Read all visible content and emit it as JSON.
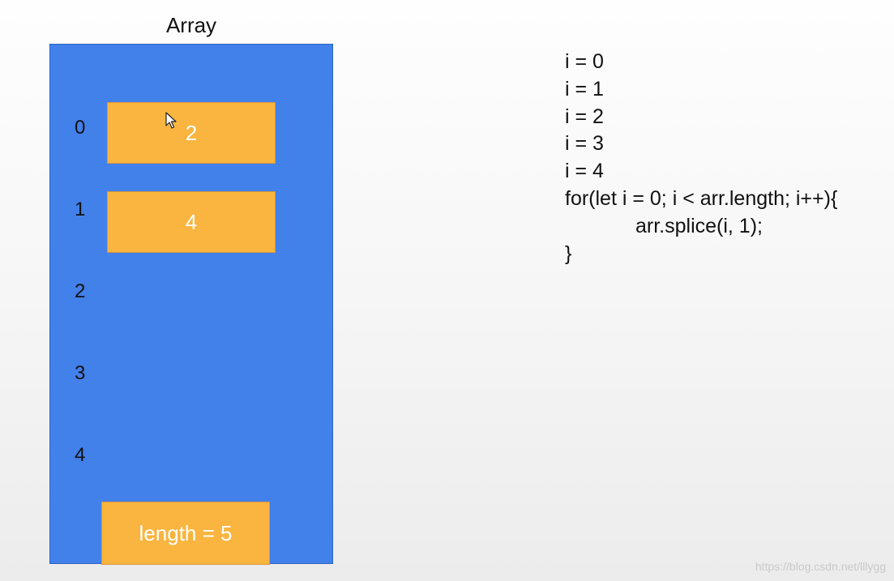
{
  "array": {
    "title": "Array",
    "indices": [
      "0",
      "1",
      "2",
      "3",
      "4"
    ],
    "slots": [
      {
        "index": "0",
        "value": "2"
      },
      {
        "index": "1",
        "value": "4"
      }
    ],
    "length_label": "length = 5"
  },
  "code": {
    "lines": [
      "i = 0",
      "i = 1",
      "i = 2",
      "i = 3",
      "i = 4",
      "for(let i = 0; i < arr.length; i++){",
      "arr.splice(i, 1);",
      "}"
    ]
  },
  "watermark": "https://blog.csdn.net/lllygg",
  "colors": {
    "array_bg": "#4280ea",
    "slot_bg": "#f9b53f",
    "slot_text": "#ffffff"
  },
  "icons": {
    "cursor": "mouse-pointer-icon"
  }
}
